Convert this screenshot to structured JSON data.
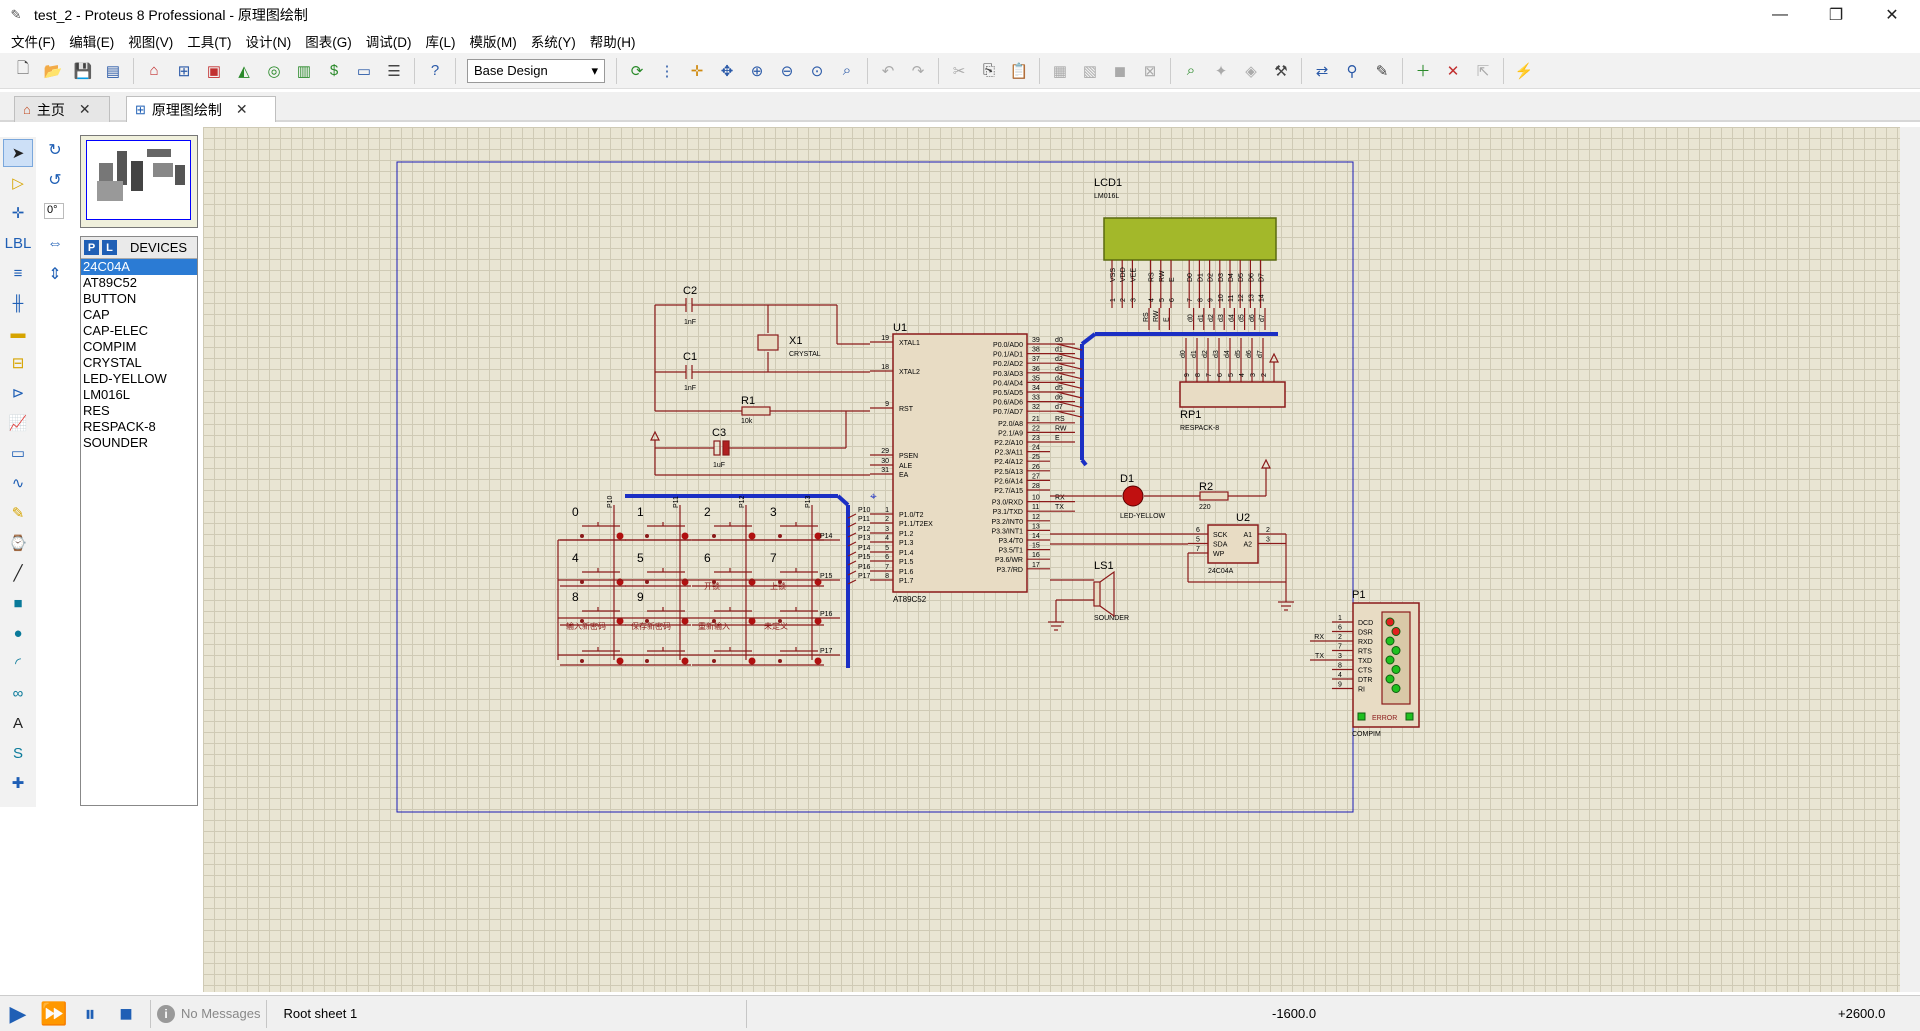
{
  "window": {
    "title": "test_2 - Proteus 8 Professional - 原理图绘制",
    "min": "—",
    "max": "❐",
    "close": "✕",
    "app_icon": "pencil-icon"
  },
  "menu": [
    "文件(F)",
    "编辑(E)",
    "视图(V)",
    "工具(T)",
    "设计(N)",
    "图表(G)",
    "调试(D)",
    "库(L)",
    "模版(M)",
    "系统(Y)",
    "帮助(H)"
  ],
  "toolbar": {
    "design_select": "Base Design",
    "design_select_arrow": "▾"
  },
  "tabs": [
    {
      "label": "主页",
      "icon": "home-icon",
      "close": "✕"
    },
    {
      "label": "原理图绘制",
      "icon": "schematic-icon",
      "close": "✕"
    }
  ],
  "rotation": {
    "angle": "0°"
  },
  "devices": {
    "header": "DEVICES",
    "p_btn": "P",
    "l_btn": "L",
    "items": [
      "24C04A",
      "AT89C52",
      "BUTTON",
      "CAP",
      "CAP-ELEC",
      "COMPIM",
      "CRYSTAL",
      "LED-YELLOW",
      "LM016L",
      "RES",
      "RESPACK-8",
      "SOUNDER"
    ],
    "selected_index": 0
  },
  "schematic": {
    "u1": {
      "ref": "U1",
      "part": "AT89C52",
      "left_pins": [
        {
          "num": "19",
          "name": "XTAL1"
        },
        {
          "num": "18",
          "name": "XTAL2"
        },
        {
          "num": "9",
          "name": "RST"
        },
        {
          "num": "29",
          "name": "PSEN"
        },
        {
          "num": "30",
          "name": "ALE"
        },
        {
          "num": "31",
          "name": "EA"
        },
        {
          "num": "1",
          "name": "P1.0/T2"
        },
        {
          "num": "2",
          "name": "P1.1/T2EX"
        },
        {
          "num": "3",
          "name": "P1.2"
        },
        {
          "num": "4",
          "name": "P1.3"
        },
        {
          "num": "5",
          "name": "P1.4"
        },
        {
          "num": "6",
          "name": "P1.5"
        },
        {
          "num": "7",
          "name": "P1.6"
        },
        {
          "num": "8",
          "name": "P1.7"
        }
      ],
      "right_pins": [
        {
          "num": "39",
          "name": "P0.0/AD0",
          "net": "d0"
        },
        {
          "num": "38",
          "name": "P0.1/AD1",
          "net": "d1"
        },
        {
          "num": "37",
          "name": "P0.2/AD2",
          "net": "d2"
        },
        {
          "num": "36",
          "name": "P0.3/AD3",
          "net": "d3"
        },
        {
          "num": "35",
          "name": "P0.4/AD4",
          "net": "d4"
        },
        {
          "num": "34",
          "name": "P0.5/AD5",
          "net": "d5"
        },
        {
          "num": "33",
          "name": "P0.6/AD6",
          "net": "d6"
        },
        {
          "num": "32",
          "name": "P0.7/AD7",
          "net": "d7"
        },
        {
          "num": "21",
          "name": "P2.0/A8",
          "net": "RS"
        },
        {
          "num": "22",
          "name": "P2.1/A9",
          "net": "RW"
        },
        {
          "num": "23",
          "name": "P2.2/A10",
          "net": "E"
        },
        {
          "num": "24",
          "name": "P2.3/A11",
          "net": ""
        },
        {
          "num": "25",
          "name": "P2.4/A12",
          "net": ""
        },
        {
          "num": "26",
          "name": "P2.5/A13",
          "net": ""
        },
        {
          "num": "27",
          "name": "P2.6/A14",
          "net": ""
        },
        {
          "num": "28",
          "name": "P2.7/A15",
          "net": ""
        },
        {
          "num": "10",
          "name": "P3.0/RXD",
          "net": "RX"
        },
        {
          "num": "11",
          "name": "P3.1/TXD",
          "net": "TX"
        },
        {
          "num": "12",
          "name": "P3.2/INT0",
          "net": ""
        },
        {
          "num": "13",
          "name": "P3.3/INT1",
          "net": ""
        },
        {
          "num": "14",
          "name": "P3.4/T0",
          "net": ""
        },
        {
          "num": "15",
          "name": "P3.5/T1",
          "net": ""
        },
        {
          "num": "16",
          "name": "P3.6/WR",
          "net": ""
        },
        {
          "num": "17",
          "name": "P3.7/RD",
          "net": ""
        }
      ],
      "p1_nets": [
        "P10",
        "P11",
        "P12",
        "P13",
        "P14",
        "P15",
        "P16",
        "P17"
      ]
    },
    "lcd": {
      "ref": "LCD1",
      "part": "LM016L",
      "pin_names": [
        "VSS",
        "VDD",
        "VEE",
        "RS",
        "RW",
        "E",
        "D0",
        "D1",
        "D2",
        "D3",
        "D4",
        "D5",
        "D6",
        "D7"
      ],
      "pin_nums": [
        "1",
        "2",
        "3",
        "4",
        "5",
        "6",
        "7",
        "8",
        "9",
        "10",
        "11",
        "12",
        "13",
        "14"
      ],
      "nets": [
        "RS",
        "RW",
        "E",
        "d0",
        "d1",
        "d2",
        "d3",
        "d4",
        "d5",
        "d6",
        "d7"
      ]
    },
    "rp1": {
      "ref": "RP1",
      "part": "RESPACK-8",
      "pin_nums": [
        "9",
        "8",
        "7",
        "6",
        "5",
        "4",
        "3",
        "2"
      ],
      "nets": [
        "d0",
        "d1",
        "d2",
        "d3",
        "d4",
        "d5",
        "d6",
        "d7"
      ]
    },
    "c1": {
      "ref": "C1",
      "value": "1nF"
    },
    "c2": {
      "ref": "C2",
      "value": "1nF"
    },
    "c3": {
      "ref": "C3",
      "value": "1uF"
    },
    "x1": {
      "ref": "X1",
      "part": "CRYSTAL"
    },
    "r1": {
      "ref": "R1",
      "value": "10k"
    },
    "r2": {
      "ref": "R2",
      "value": "220"
    },
    "d1": {
      "ref": "D1",
      "part": "LED-YELLOW"
    },
    "ls1": {
      "ref": "LS1",
      "part": "SOUNDER"
    },
    "u2": {
      "ref": "U2",
      "part": "24C04A",
      "pins_left": [
        {
          "num": "6",
          "name": "SCK"
        },
        {
          "num": "5",
          "name": "SDA"
        },
        {
          "num": "7",
          "name": "WP"
        }
      ],
      "pins_right": [
        {
          "num": "2",
          "name": "A1"
        },
        {
          "num": "3",
          "name": "A2"
        }
      ]
    },
    "p1": {
      "ref": "P1",
      "part": "COMPIM",
      "error": "ERROR",
      "pins": [
        {
          "num": "1",
          "name": "DCD"
        },
        {
          "num": "6",
          "name": "DSR"
        },
        {
          "num": "2",
          "name": "RXD",
          "net": "RX"
        },
        {
          "num": "7",
          "name": "RTS"
        },
        {
          "num": "3",
          "name": "TXD",
          "net": "TX"
        },
        {
          "num": "8",
          "name": "CTS"
        },
        {
          "num": "4",
          "name": "DTR"
        },
        {
          "num": "9",
          "name": "RI"
        }
      ]
    },
    "keypad": {
      "keys": [
        "0",
        "1",
        "2",
        "3",
        "4",
        "5",
        "6",
        "7",
        "8",
        "9",
        "开锁",
        "上锁",
        "输入新密码",
        "保存新密码",
        "重新输入",
        "未定义"
      ],
      "col_nets": [
        "P10",
        "P11",
        "P12",
        "P13"
      ],
      "row_nets": [
        "P14",
        "P15",
        "P16",
        "P17"
      ]
    },
    "colors": {
      "wire": "#8b1a1a",
      "bus": "#1b2fc4",
      "sheet_border": "#1b1bb5",
      "component": "#8b1a1a",
      "lcd_screen": "#a3b82a",
      "button": "#b01010"
    }
  },
  "status": {
    "play": "▶",
    "step": "⏩",
    "pause": "⏸",
    "stop": "■",
    "messages_icon": "i",
    "messages": "No Messages",
    "sheet": "Root sheet 1",
    "coord_x": "-1600.0",
    "coord_y": "+2600.0"
  }
}
